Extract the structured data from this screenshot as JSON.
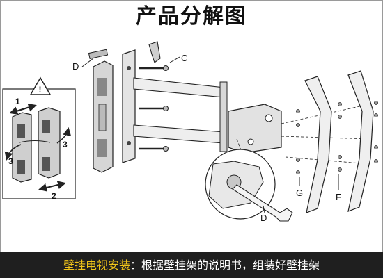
{
  "title": "产品分解图",
  "caption": {
    "highlight": "壁挂电视安装",
    "separator": "：",
    "text": "根据壁挂架的说明书，组装好壁挂架"
  },
  "labels": {
    "c": "C",
    "d_top": "D",
    "d_bottom": "D",
    "g": "G",
    "f": "F",
    "warning": "!",
    "step1": "1",
    "step2": "2",
    "step3a": "3",
    "step3b": "3"
  },
  "colors": {
    "caption_bg": "#1f1f1f",
    "caption_highlight": "#f0c419",
    "line": "#222222",
    "metal": "#c8c8c8"
  }
}
